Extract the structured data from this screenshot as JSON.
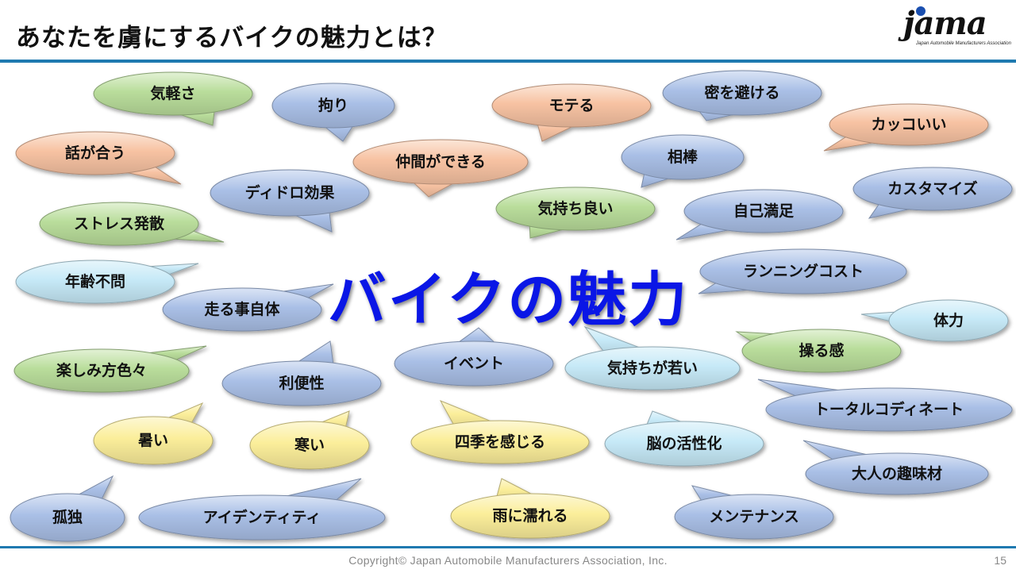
{
  "title": "あなたを虜にするバイクの魅力とは？",
  "logo": {
    "wordmark": "jama",
    "subtitle": "Japan Automobile Manufacturers Association"
  },
  "center_text": "バイクの魅力",
  "colors": {
    "green": "#b9dd9b",
    "blue": "#a9bfe6",
    "orange": "#f7c2a2",
    "lightblue": "#c6e9f7",
    "yellow": "#fbee9a",
    "center": "#0a16e6",
    "rule": "#1f7ab0"
  },
  "bubbles": [
    {
      "text": "気軽さ",
      "color": "green"
    },
    {
      "text": "拘り",
      "color": "blue"
    },
    {
      "text": "モテる",
      "color": "orange"
    },
    {
      "text": "密を避ける",
      "color": "blue"
    },
    {
      "text": "カッコいい",
      "color": "orange"
    },
    {
      "text": "話が合う",
      "color": "orange"
    },
    {
      "text": "仲間ができる",
      "color": "orange"
    },
    {
      "text": "相棒",
      "color": "blue"
    },
    {
      "text": "ディドロ効果",
      "color": "blue"
    },
    {
      "text": "カスタマイズ",
      "color": "blue"
    },
    {
      "text": "気持ち良い",
      "color": "green"
    },
    {
      "text": "自己満足",
      "color": "blue"
    },
    {
      "text": "ストレス発散",
      "color": "green"
    },
    {
      "text": "ランニングコスト",
      "color": "blue"
    },
    {
      "text": "年齢不問",
      "color": "lightblue"
    },
    {
      "text": "走る事自体",
      "color": "blue"
    },
    {
      "text": "体力",
      "color": "lightblue"
    },
    {
      "text": "操る感",
      "color": "green"
    },
    {
      "text": "楽しみ方色々",
      "color": "green"
    },
    {
      "text": "イベント",
      "color": "blue"
    },
    {
      "text": "気持ちが若い",
      "color": "lightblue"
    },
    {
      "text": "利便性",
      "color": "blue"
    },
    {
      "text": "トータルコディネート",
      "color": "blue"
    },
    {
      "text": "暑い",
      "color": "yellow"
    },
    {
      "text": "寒い",
      "color": "yellow"
    },
    {
      "text": "四季を感じる",
      "color": "yellow"
    },
    {
      "text": "脳の活性化",
      "color": "lightblue"
    },
    {
      "text": "大人の趣味材",
      "color": "blue"
    },
    {
      "text": "孤独",
      "color": "blue"
    },
    {
      "text": "アイデンティティ",
      "color": "blue"
    },
    {
      "text": "雨に濡れる",
      "color": "yellow"
    },
    {
      "text": "メンテナンス",
      "color": "blue"
    }
  ],
  "footer": {
    "copyright": "Copyright© Japan Automobile Manufacturers Association, Inc.",
    "page": "15"
  }
}
